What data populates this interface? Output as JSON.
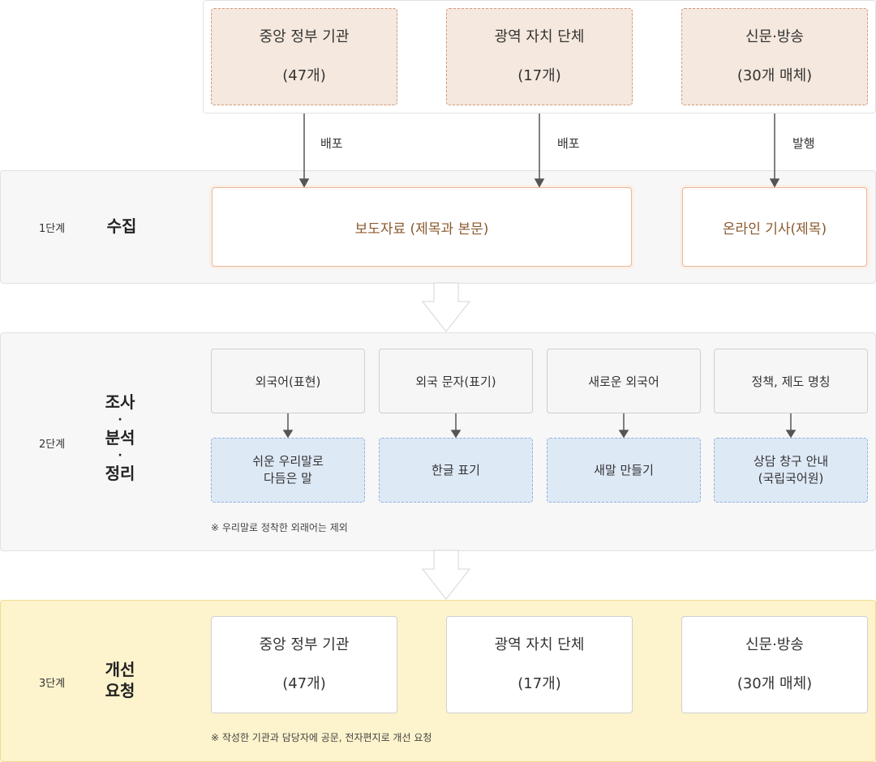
{
  "sources": [
    {
      "title": "중앙 정부 기관",
      "sub": "(47개)"
    },
    {
      "title": "광역 자치 단체",
      "sub": "(17개)"
    },
    {
      "title": "신문·방송",
      "sub": "(30개 매체)"
    }
  ],
  "arrow_labels": [
    "배포",
    "배포",
    "발행"
  ],
  "stage1": {
    "num": "1단계",
    "name": "수집",
    "items": [
      "보도자료 (제목과 본문)",
      "온라인 기사(제목)"
    ]
  },
  "stage2": {
    "num": "2단계",
    "name_lines": [
      "조사",
      "·",
      "분석",
      "·",
      "정리"
    ],
    "categories": [
      "외국어(표현)",
      "외국 문자(표기)",
      "새로운 외국어",
      "정책, 제도 명칭"
    ],
    "results": [
      "쉬운 우리말로\n다듬은 말",
      "한글 표기",
      "새말 만들기",
      "상담 창구 안내\n(국립국어원)"
    ],
    "note": "※ 우리말로 정착한 외래어는 제외"
  },
  "stage3": {
    "num": "3단계",
    "name_lines": [
      "개선",
      "요청"
    ],
    "targets": [
      {
        "title": "중앙 정부 기관",
        "sub": "(47개)"
      },
      {
        "title": "광역 자치 단체",
        "sub": "(17개)"
      },
      {
        "title": "신문·방송",
        "sub": "(30개 매체)"
      }
    ],
    "note": "※ 작성한 기관과 담당자에 공문, 전자편지로 개선 요청"
  },
  "colors": {
    "source_fill": "#f5e8de",
    "result_fill": "#dee9f6",
    "stage3_fill": "#fdf3cc",
    "arrow_gray": "#555555"
  }
}
